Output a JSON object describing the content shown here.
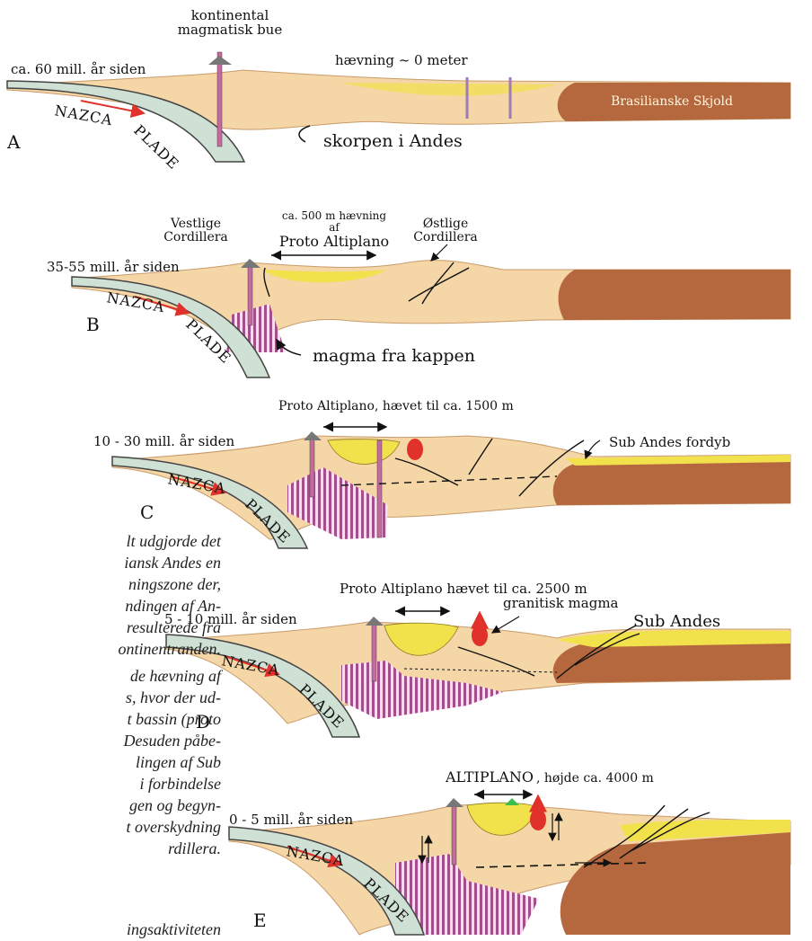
{
  "colors": {
    "crust": "#f5d6a6",
    "crust_edge": "#c89b6b",
    "shield": "#b5683e",
    "plate": "#cfe0d4",
    "plate_edge": "#444444",
    "sediment": "#f1e14b",
    "magma": "#a24f8c",
    "dike_fill": "#c46a9d",
    "granite": "#e0322b",
    "arrow_red": "#e0322b"
  },
  "panels": [
    {
      "letter": "A",
      "age": "ca. 60 mill. år siden",
      "labels": {
        "arc": [
          "kontinental",
          "magmatisk bue"
        ],
        "uplift": "hævning ~ 0 meter",
        "shield": "Brasilianske Skjold",
        "crust": "skorpen i Andes",
        "plate_1": "NAZCA",
        "plate_2": "PLADE"
      }
    },
    {
      "letter": "B",
      "age": "35-55 mill. år siden",
      "labels": {
        "west": [
          "Vestlige",
          "Cordillera"
        ],
        "uplift": [
          "ca. 500 m hævning",
          "af"
        ],
        "proto": "Proto Altiplano",
        "east": [
          "Østlige",
          "Cordillera"
        ],
        "magma": "magma fra kappen",
        "plate_1": "NAZCA",
        "plate_2": "PLADE"
      }
    },
    {
      "letter": "C",
      "age": "10 - 30 mill. år siden",
      "labels": {
        "title": "Proto Altiplano, hævet til ca. 1500 m",
        "sub": "Sub Andes fordyb",
        "plate_1": "NAZCA",
        "plate_2": "PLADE"
      }
    },
    {
      "letter": "D",
      "age": "5 - 10 mill. år siden",
      "labels": {
        "title": "Proto Altiplano hævet til ca. 2500 m",
        "granite": "granitisk magma",
        "sub": "Sub Andes",
        "plate_1": "NAZCA",
        "plate_2": "PLADE"
      }
    },
    {
      "letter": "E",
      "age": "0 - 5 mill. år siden",
      "labels": {
        "title_bold": "ALTIPLANO",
        "title_rest": ", højde ca. 4000 m",
        "plate_1": "NAZCA",
        "plate_2": "PLADE"
      }
    }
  ],
  "margin_text": {
    "para1": [
      "lt udgjorde det",
      "iansk Andes en",
      "ningszone der,",
      "ndingen af An-",
      "resulterede fra",
      "ontinentranden."
    ],
    "para2": [
      "de hævning af",
      "s, hvor der ud-",
      "t bassin (proto",
      "Desuden påbe-",
      "lingen af Sub",
      "i forbindelse",
      "gen og begyn-",
      "t overskydning",
      "rdillera."
    ],
    "para3": [
      "ingsaktiviteten"
    ]
  }
}
